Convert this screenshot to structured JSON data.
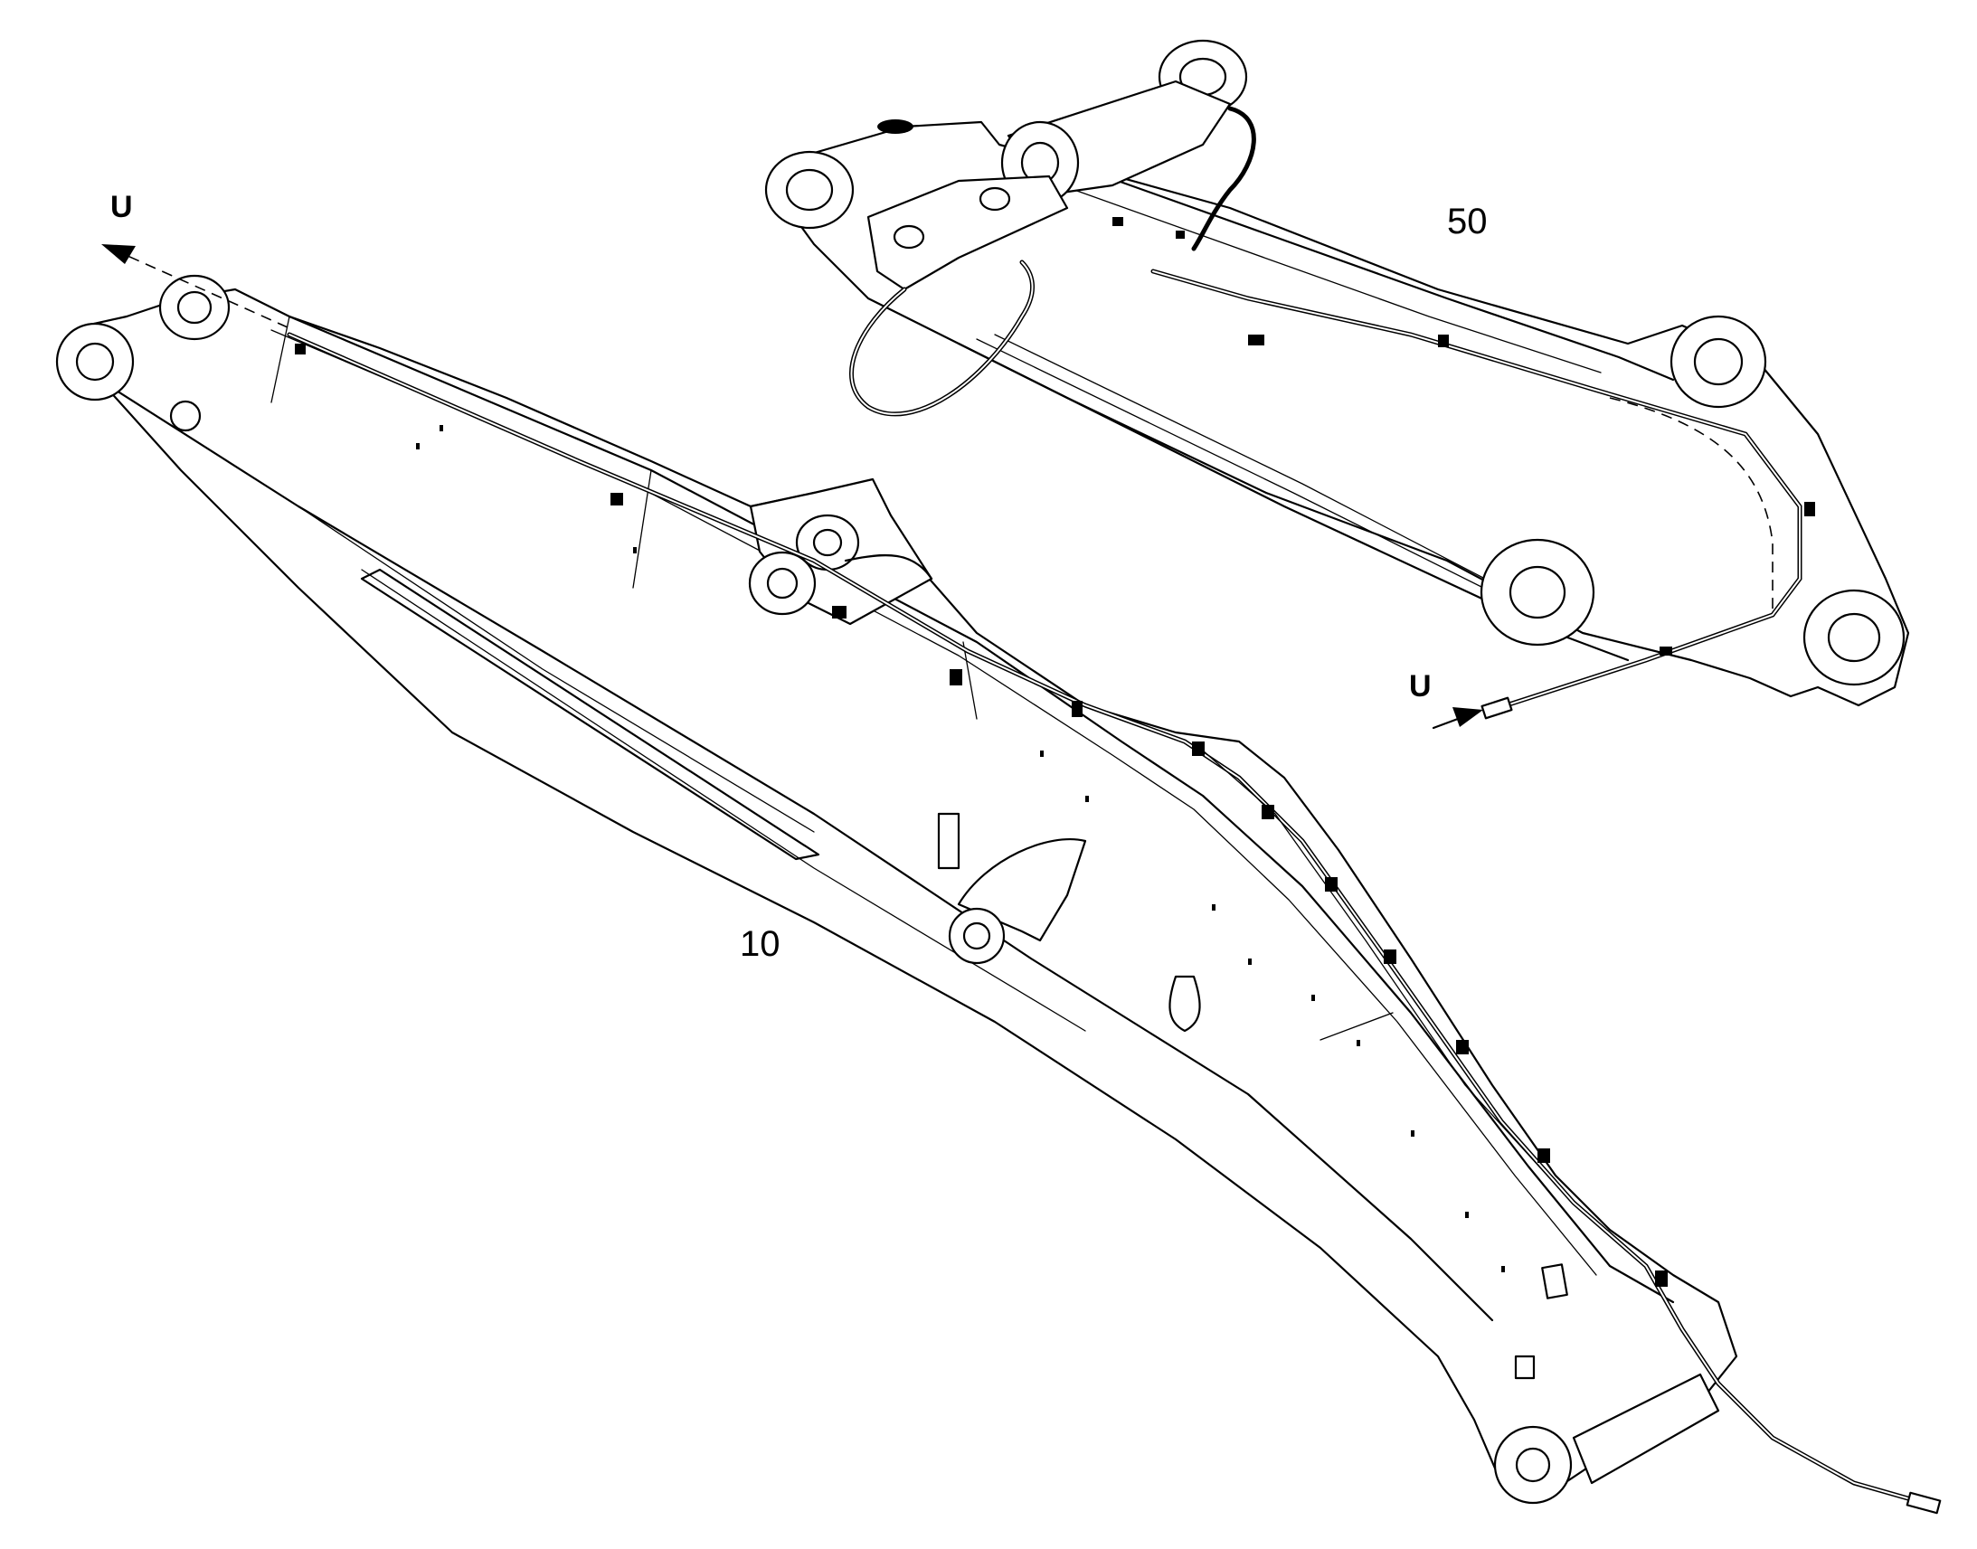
{
  "callouts": {
    "boom_label": "10",
    "arm_label": "50",
    "connection_left": "U",
    "connection_right": "U"
  },
  "colors": {
    "line": "#000000",
    "background": "#ffffff"
  }
}
